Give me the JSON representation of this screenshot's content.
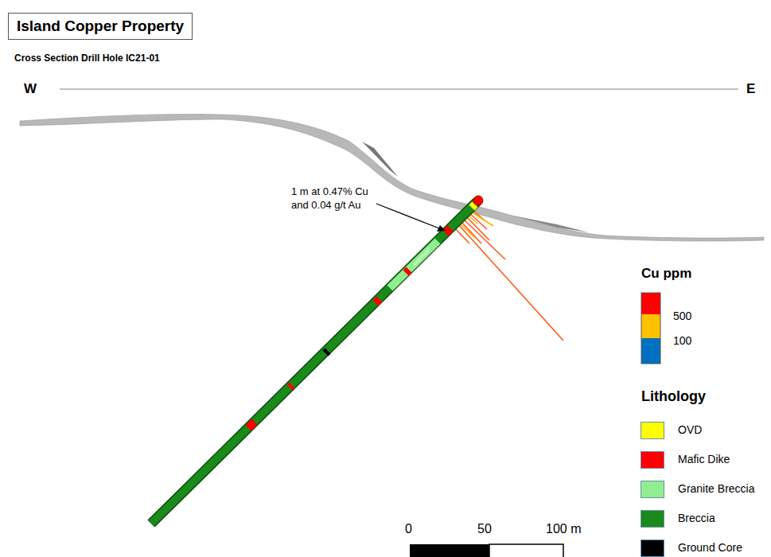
{
  "diagram": {
    "title": "Island Copper Property",
    "labels": [
      "Cross Section Drill Hole IC21-01",
      "W",
      "E",
      "1 m at 0.47% Cu and 0.04 g/t Au",
      "Cu ppm",
      "500",
      "100",
      "Lithology",
      "0",
      "50",
      "100 m"
    ],
    "legend": [
      {
        "text": "OVD",
        "color": "#ffff00"
      },
      {
        "text": "Mafic Dike",
        "color": "#ff0000"
      },
      {
        "text": "Granite Breccia",
        "color": "#90ee90"
      },
      {
        "text": "Breccia",
        "color": "#1a8a1a"
      },
      {
        "text": "Ground Core",
        "color": "#000000"
      }
    ]
  }
}
